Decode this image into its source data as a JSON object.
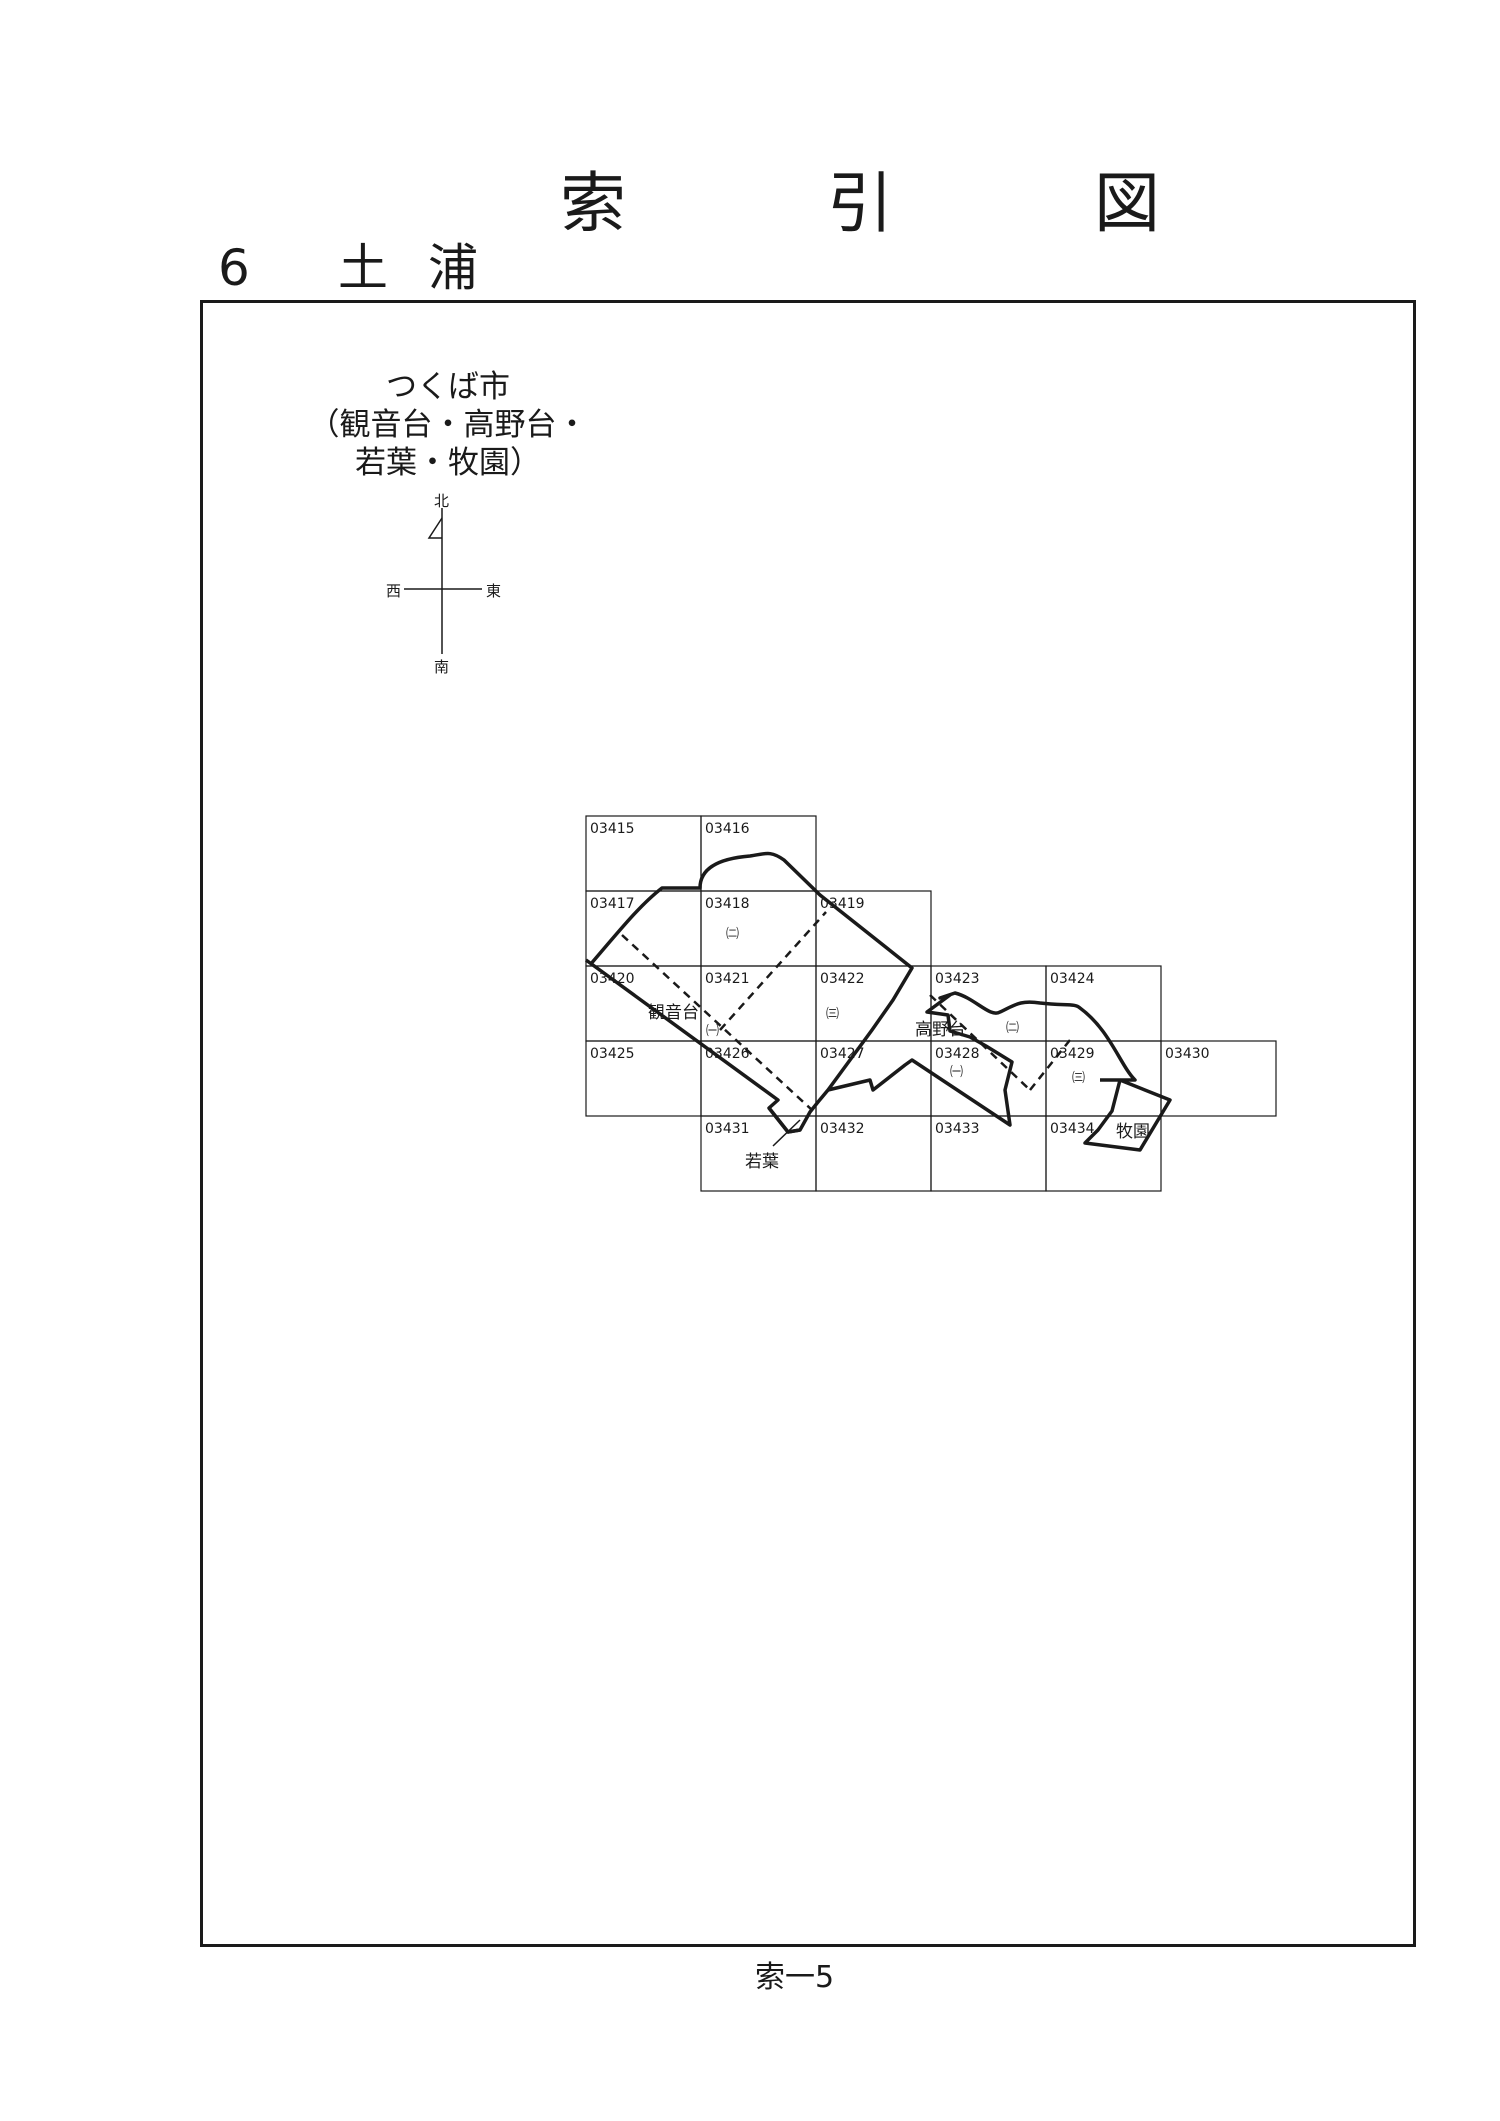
{
  "page": {
    "title": "索 引 図",
    "section_number": "6",
    "section_name": "土浦",
    "footer": "索一5"
  },
  "area_label": {
    "line1": "つくば市",
    "line2": "（観音台・高野台・",
    "line3": "若葉・牧園）"
  },
  "compass": {
    "north": "北",
    "south": "南",
    "east": "東",
    "west": "西"
  },
  "map": {
    "sheets": [
      {
        "id": "03415",
        "row": 0,
        "col": 0
      },
      {
        "id": "03416",
        "row": 0,
        "col": 1
      },
      {
        "id": "03417",
        "row": 1,
        "col": 0
      },
      {
        "id": "03418",
        "row": 1,
        "col": 1
      },
      {
        "id": "03419",
        "row": 1,
        "col": 2
      },
      {
        "id": "03420",
        "row": 2,
        "col": 0
      },
      {
        "id": "03421",
        "row": 2,
        "col": 1
      },
      {
        "id": "03422",
        "row": 2,
        "col": 2
      },
      {
        "id": "03423",
        "row": 2,
        "col": 3
      },
      {
        "id": "03424",
        "row": 2,
        "col": 4
      },
      {
        "id": "03425",
        "row": 3,
        "col": 0
      },
      {
        "id": "03426",
        "row": 3,
        "col": 1
      },
      {
        "id": "03427",
        "row": 3,
        "col": 2
      },
      {
        "id": "03428",
        "row": 3,
        "col": 3
      },
      {
        "id": "03429",
        "row": 3,
        "col": 4
      },
      {
        "id": "03430",
        "row": 3,
        "col": 5
      },
      {
        "id": "03431",
        "row": 4,
        "col": 1
      },
      {
        "id": "03432",
        "row": 4,
        "col": 2
      },
      {
        "id": "03433",
        "row": 4,
        "col": 3
      },
      {
        "id": "03434",
        "row": 4,
        "col": 4
      }
    ],
    "place_labels": {
      "kannondai": "観音台",
      "takanodai": "高野台",
      "wakaba": "若葉",
      "makizono": "牧園"
    },
    "district_marks": {
      "kannondai_1": "㈠",
      "kannondai_2": "㈡",
      "kannondai_3": "㈢",
      "takanodai_1": "㈠",
      "takanodai_2": "㈡",
      "takanodai_3": "㈢"
    }
  }
}
